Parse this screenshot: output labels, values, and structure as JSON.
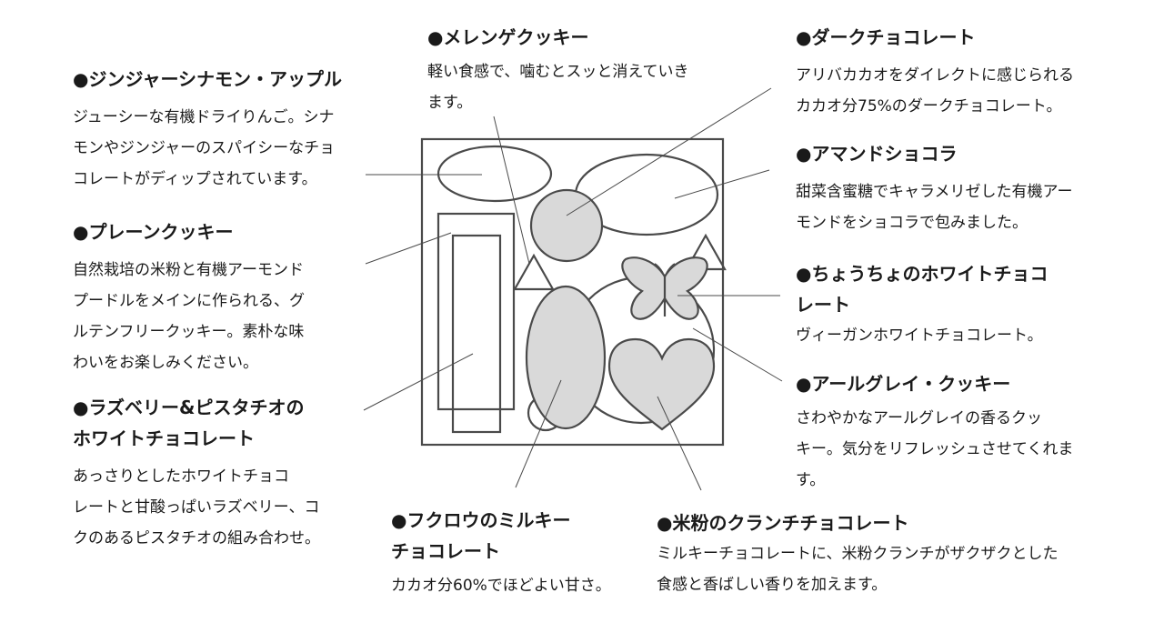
{
  "items": [
    {
      "title": "●ジンジャーシナモン・アップル",
      "desc": "ジューシーな有機ドライりんご。シナ\nモンやジンジャーのスパイシーなチョ\nコレートがディップされています。"
    },
    {
      "title": "●プレーンクッキー",
      "desc": "自然栽培の米粉と有機アーモンド\nプードルをメインに作られる、グ\nルテンフリークッキー。素朴な味\nわいをお楽しみください。"
    },
    {
      "title": "●ラズベリー&ピスタチオの\nホワイトチョコレート",
      "desc": "あっさりとしたホワイトチョコ\nレートと甘酸っぱいラズベリー、コ\nクのあるピスタチオの組み合わせ。"
    },
    {
      "title": "●メレンゲクッキー",
      "desc": "軽い食感で、噛むとスッと消えていき\nます。"
    },
    {
      "title": "●フクロウのミルキー\nチョコレート",
      "desc": "カカオ分60%でほどよい甘さ。"
    },
    {
      "title": "●米粉のクランチチョコレート",
      "desc": "ミルキーチョコレートに、米粉クランチがザクザクとした\n食感と香ばしい香りを加えます。"
    },
    {
      "title": "●ダークチョコレート",
      "desc": "アリバカカオをダイレクトに感じられる\nカカオ分75%のダークチョコレート。"
    },
    {
      "title": "●アマンドショコラ",
      "desc": "甜菜含蜜糖でキャラメリゼした有機アー\nモンドをショコラで包みました。"
    },
    {
      "title": "●ちょうちょのホワイトチョコ\nレート",
      "desc": "ヴィーガンホワイトチョコレート。"
    },
    {
      "title": "●アールグレイ・クッキー",
      "desc": "さわやかなアールグレイの香るクッ\nキー。気分をリフレッシュさせてくれま\nす。"
    }
  ],
  "colors": {
    "line": "#4a4a4a",
    "fill": "#d9d9d9",
    "text": "#1a1a1a"
  }
}
